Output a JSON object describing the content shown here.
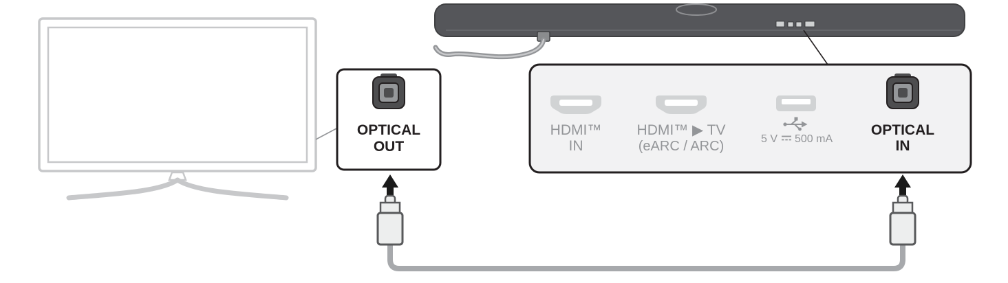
{
  "callout_optical_out": {
    "line1": "OPTICAL",
    "line2": "OUT"
  },
  "panel": {
    "hdmi_in": {
      "line1": "HDMI™",
      "line2": "IN"
    },
    "hdmi_tv": {
      "line1": "HDMI™ ▶ TV",
      "line2": "(eARC / ARC)"
    },
    "usb": {
      "label_left": "5 V",
      "label_right": "500 mA"
    },
    "optical_in": {
      "line1": "OPTICAL",
      "line2": "IN"
    }
  },
  "icons": {
    "optical_port": "rounded-square-optical-port",
    "hdmi_port": "hdmi-trapezoid-port",
    "usb_port": "usb-a-port",
    "usb_symbol": "usb-trident",
    "dc_symbol": "solid-over-dashed-line",
    "arrow_up": "filled-up-arrow"
  },
  "colors": {
    "active_text": "#231F20",
    "inactive_text": "#939598",
    "panel_fill": "#F2F2F3",
    "soundbar_body": "#55565A",
    "cable_gray": "#A7A9AC",
    "tv_outline": "#C7C8CA",
    "port_icon_gray": "#D1D3D4",
    "optical_icon_dark": "#4D4D4F"
  }
}
